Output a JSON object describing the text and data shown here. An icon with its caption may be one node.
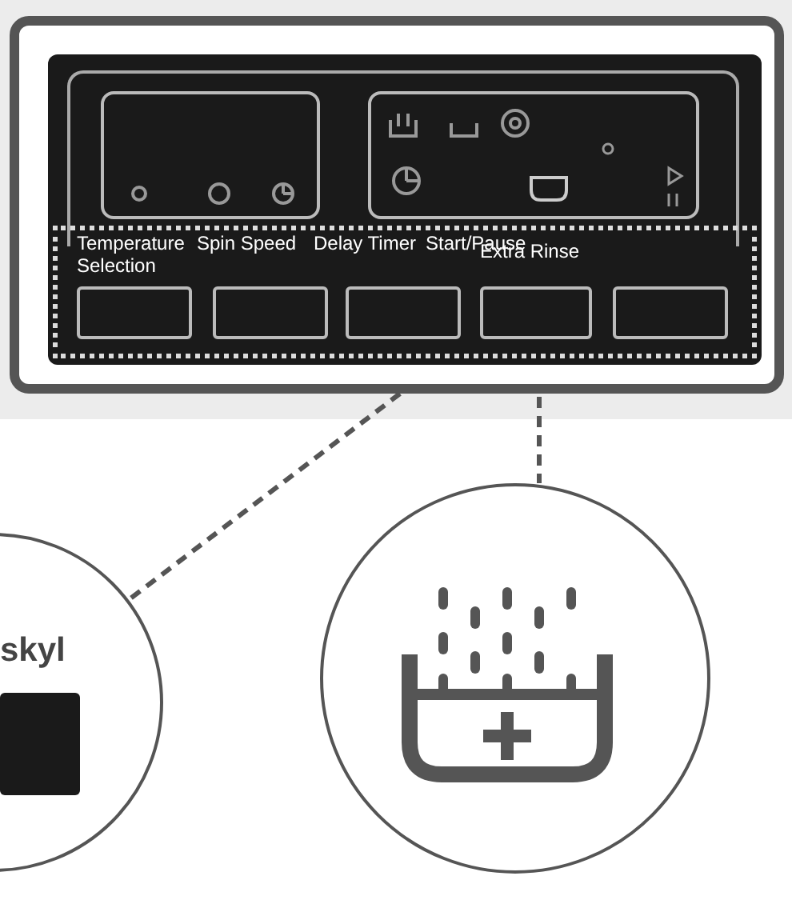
{
  "diagram": {
    "nodes": [
      {
        "text": [],
        "shape": "box"
      },
      {
        "text": [],
        "shape": "box",
        "in": 0
      },
      {
        "text": [],
        "shape": "box",
        "in": 0
      },
      {
        "text": [],
        "shape": "box",
        "in": 0
      },
      {
        "text": [],
        "shape": "box",
        "in": 0
      },
      {
        "text": [],
        "shape": "box",
        "in": 0
      },
      {
        "text": [],
        "shape": "box",
        "in": 0
      },
      {
        "text": [],
        "shape": "box",
        "in": 0
      },
      {
        "text": [
          "skyl"
        ]
      },
      {
        "text": [],
        "shape": "circle"
      }
    ],
    "edges": [
      {
        "from": 0,
        "to": 8,
        "arrow": "none",
        "style": "dashed"
      },
      {
        "from": 6,
        "to": 9,
        "arrow": "none",
        "style": "dashed"
      }
    ],
    "labels": [
      "Temperature Selection",
      "Spin Speed",
      "Delay Timer",
      "Start/Pause",
      "Extra Rinse"
    ]
  }
}
